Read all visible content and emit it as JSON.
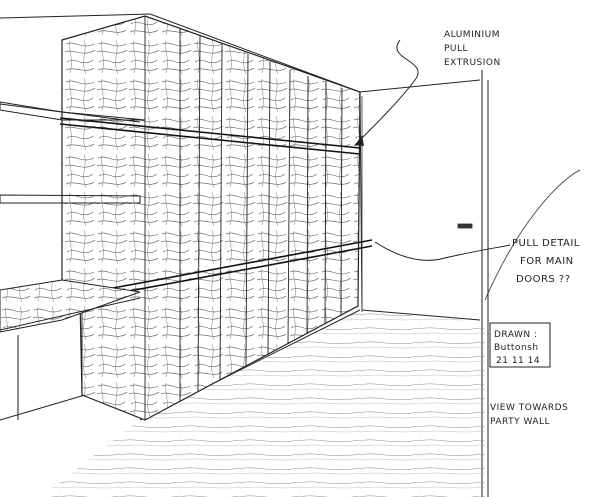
{
  "annotations": {
    "pull_extrusion": [
      "ALUMINIUM",
      "PULL",
      "EXTRUSION"
    ],
    "pull_detail": [
      "PULL DETAIL",
      "FOR MAIN",
      "DOORS ??"
    ],
    "stamp": [
      "DRAWN :",
      "Buttonsh",
      "21 11 14"
    ],
    "view_note": [
      "VIEW TOWARDS",
      "PARTY WALL"
    ]
  },
  "colors": {
    "ink": "#222222",
    "paper": "#ffffff"
  }
}
